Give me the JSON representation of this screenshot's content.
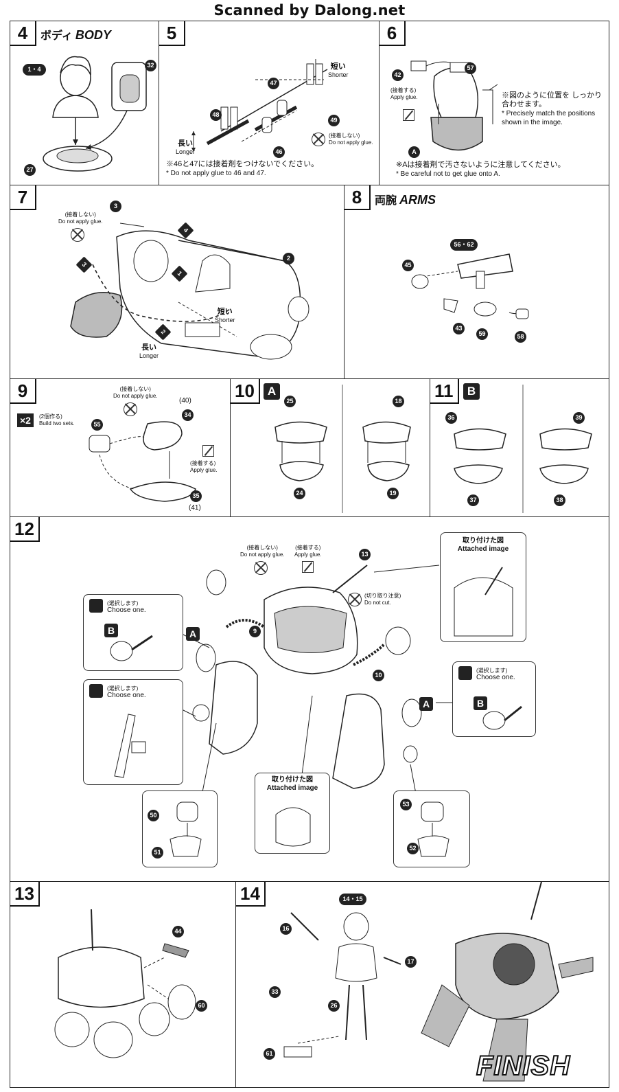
{
  "header": {
    "scanner_credit": "Scanned by Dalong.net"
  },
  "common": {
    "no_glue_jp": "(接着しない)",
    "no_glue_en": "Do not apply glue.",
    "glue_jp": "(接着する)",
    "glue_en": "Apply glue.",
    "choose_jp": "(選択します)",
    "choose_en": "Choose one.",
    "attached_jp": "取り付けた図",
    "attached_en": "Attached image",
    "shorter_jp": "短い",
    "shorter_en": "Shorter",
    "longer_jp": "長い",
    "longer_en": "Longer"
  },
  "steps": {
    "s4": {
      "num": "4",
      "title_jp": "ボディ",
      "title_en": "BODY",
      "parts": [
        "1・4",
        "32",
        "27"
      ]
    },
    "s5": {
      "num": "5",
      "parts": [
        "47",
        "48",
        "49",
        "46"
      ],
      "note_jp": "※46と47には接着剤をつけないでください。",
      "note_en": "* Do not apply glue to 46 and 47."
    },
    "s6": {
      "num": "6",
      "parts": [
        "42",
        "57",
        "A"
      ],
      "note1_jp": "※図のように位置を しっかり合わせます。",
      "note1_en": "* Precisely match the positions shown in the image.",
      "note2_jp": "※Aは接着剤で汚さないように注意してください。",
      "note2_en": "* Be careful not to get glue onto A."
    },
    "s7": {
      "num": "7",
      "parts": [
        "3",
        "2"
      ],
      "seq": [
        "1",
        "2",
        "3",
        "4"
      ]
    },
    "s8": {
      "num": "8",
      "title_jp": "両腕",
      "title_en": "ARMS",
      "parts": [
        "56・62",
        "45",
        "43",
        "59",
        "58"
      ]
    },
    "s9": {
      "num": "9",
      "x2": "×2",
      "x2_jp": "(2個作る)",
      "x2_en": "Build two sets.",
      "parts": [
        "55",
        "34",
        "(40)",
        "35",
        "(41)"
      ]
    },
    "s10": {
      "num": "10",
      "letter": "A",
      "parts": [
        "25",
        "24",
        "18",
        "19"
      ]
    },
    "s11": {
      "num": "11",
      "letter": "B",
      "parts": [
        "36",
        "37",
        "39",
        "38"
      ]
    },
    "s12": {
      "num": "12",
      "parts": [
        "13",
        "9",
        "10",
        "50",
        "51",
        "53",
        "52"
      ],
      "letters": [
        "A",
        "B",
        "A",
        "B"
      ],
      "cut_jp": "(切り取り注意)",
      "cut_en": "Do not cut."
    },
    "s13": {
      "num": "13",
      "parts": [
        "44",
        "60"
      ]
    },
    "s14": {
      "num": "14",
      "parts": [
        "14・15",
        "16",
        "17",
        "33",
        "26",
        "61"
      ],
      "finish": "FINISH"
    }
  }
}
